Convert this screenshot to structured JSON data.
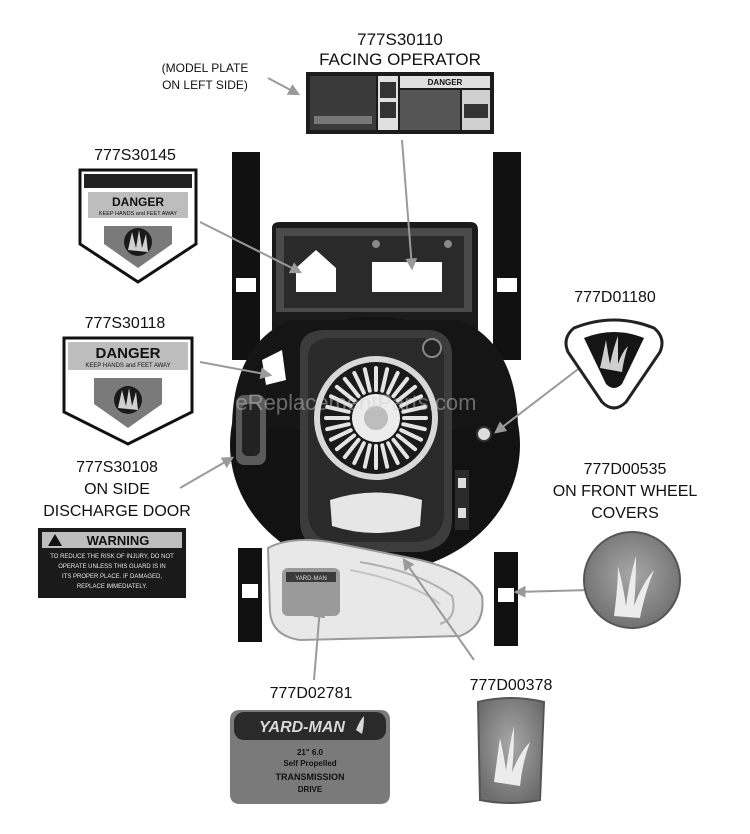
{
  "labels": {
    "p30110": "777S30110",
    "facing": "FACING OPERATOR",
    "model_plate_1": "(MODEL PLATE",
    "model_plate_2": "ON LEFT SIDE)",
    "p30145": "777S30145",
    "p30118": "777S30118",
    "p30108": "777S30108",
    "side_1": "ON SIDE",
    "side_2": "DISCHARGE DOOR",
    "p01180": "777D01180",
    "p00535": "777D00535",
    "front_1": "ON FRONT WHEEL",
    "front_2": "COVERS",
    "p02781": "777D02781",
    "p00378": "777D00378"
  },
  "decals": {
    "danger_word": "DANGER",
    "danger_keep": "KEEP HANDS and FEET AWAY",
    "warning_word": "WARNING",
    "warning_text_1": "TO REDUCE THE RISK OF INJURY, DO NOT",
    "warning_text_2": "OPERATE UNLESS THIS GUARD IS IN",
    "warning_text_3": "ITS PROPER PLACE. IF DAMAGED,",
    "warning_text_4": "REPLACE IMMEDIATELY.",
    "brand": "YARD-MAN",
    "drive_1": "21\" 6.0",
    "drive_2": "Self Propelled",
    "drive_3": "TRANSMISSION",
    "drive_4": "DRIVE",
    "plate_danger": "DANGER"
  },
  "watermark": "eReplacementParts.com",
  "colors": {
    "ink": "#111111",
    "dark": "#1e1e1e",
    "gray": "#8a8a8a",
    "light": "#d6d6d6",
    "arrow": "#9a9a9a"
  }
}
